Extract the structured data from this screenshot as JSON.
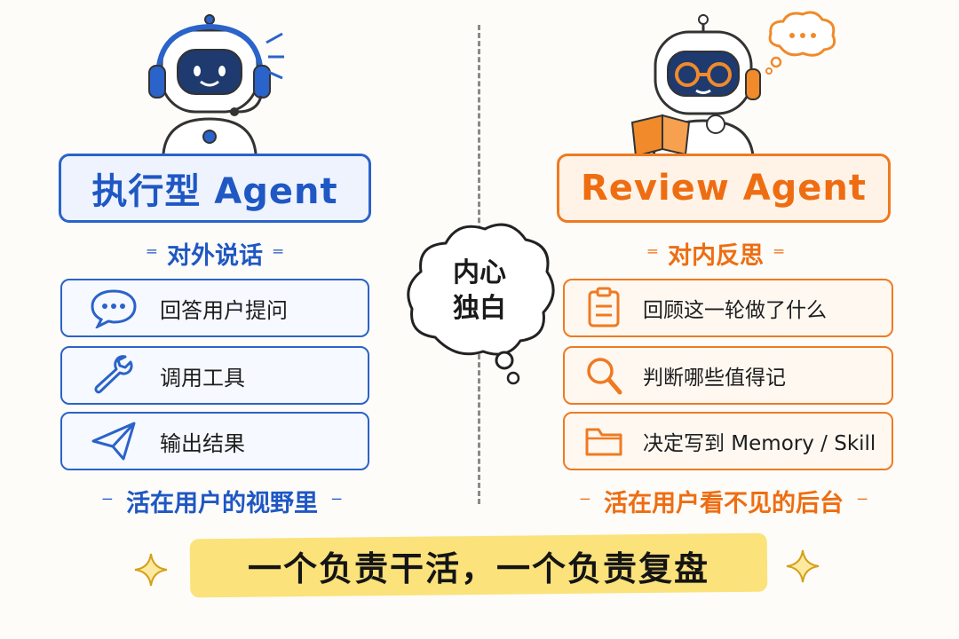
{
  "left": {
    "title": "执行型 Agent",
    "subtitle": "对外说话",
    "items": [
      {
        "label": "回答用户提问",
        "icon": "chat-bubble-icon"
      },
      {
        "label": "调用工具",
        "icon": "wrench-icon"
      },
      {
        "label": "输出结果",
        "icon": "paper-plane-icon"
      }
    ],
    "footer": "活在用户的视野里",
    "color": "#1f57c4"
  },
  "right": {
    "title": "Review Agent",
    "subtitle": "对内反思",
    "items": [
      {
        "label": "回顾这一轮做了什么",
        "icon": "clipboard-icon"
      },
      {
        "label": "判断哪些值得记",
        "icon": "magnifier-icon"
      },
      {
        "label": "决定写到 Memory / Skill",
        "icon": "folder-icon"
      }
    ],
    "footer": "活在用户看不见的后台",
    "color": "#ee6d12"
  },
  "center_bubble": {
    "line1": "内心",
    "line2": "独白"
  },
  "banner": "一个负责干活，一个负责复盘",
  "colors": {
    "blue": "#1f57c4",
    "orange": "#ee6d12",
    "banner": "#fbe27a",
    "robot_face": "#1e3a6e"
  }
}
